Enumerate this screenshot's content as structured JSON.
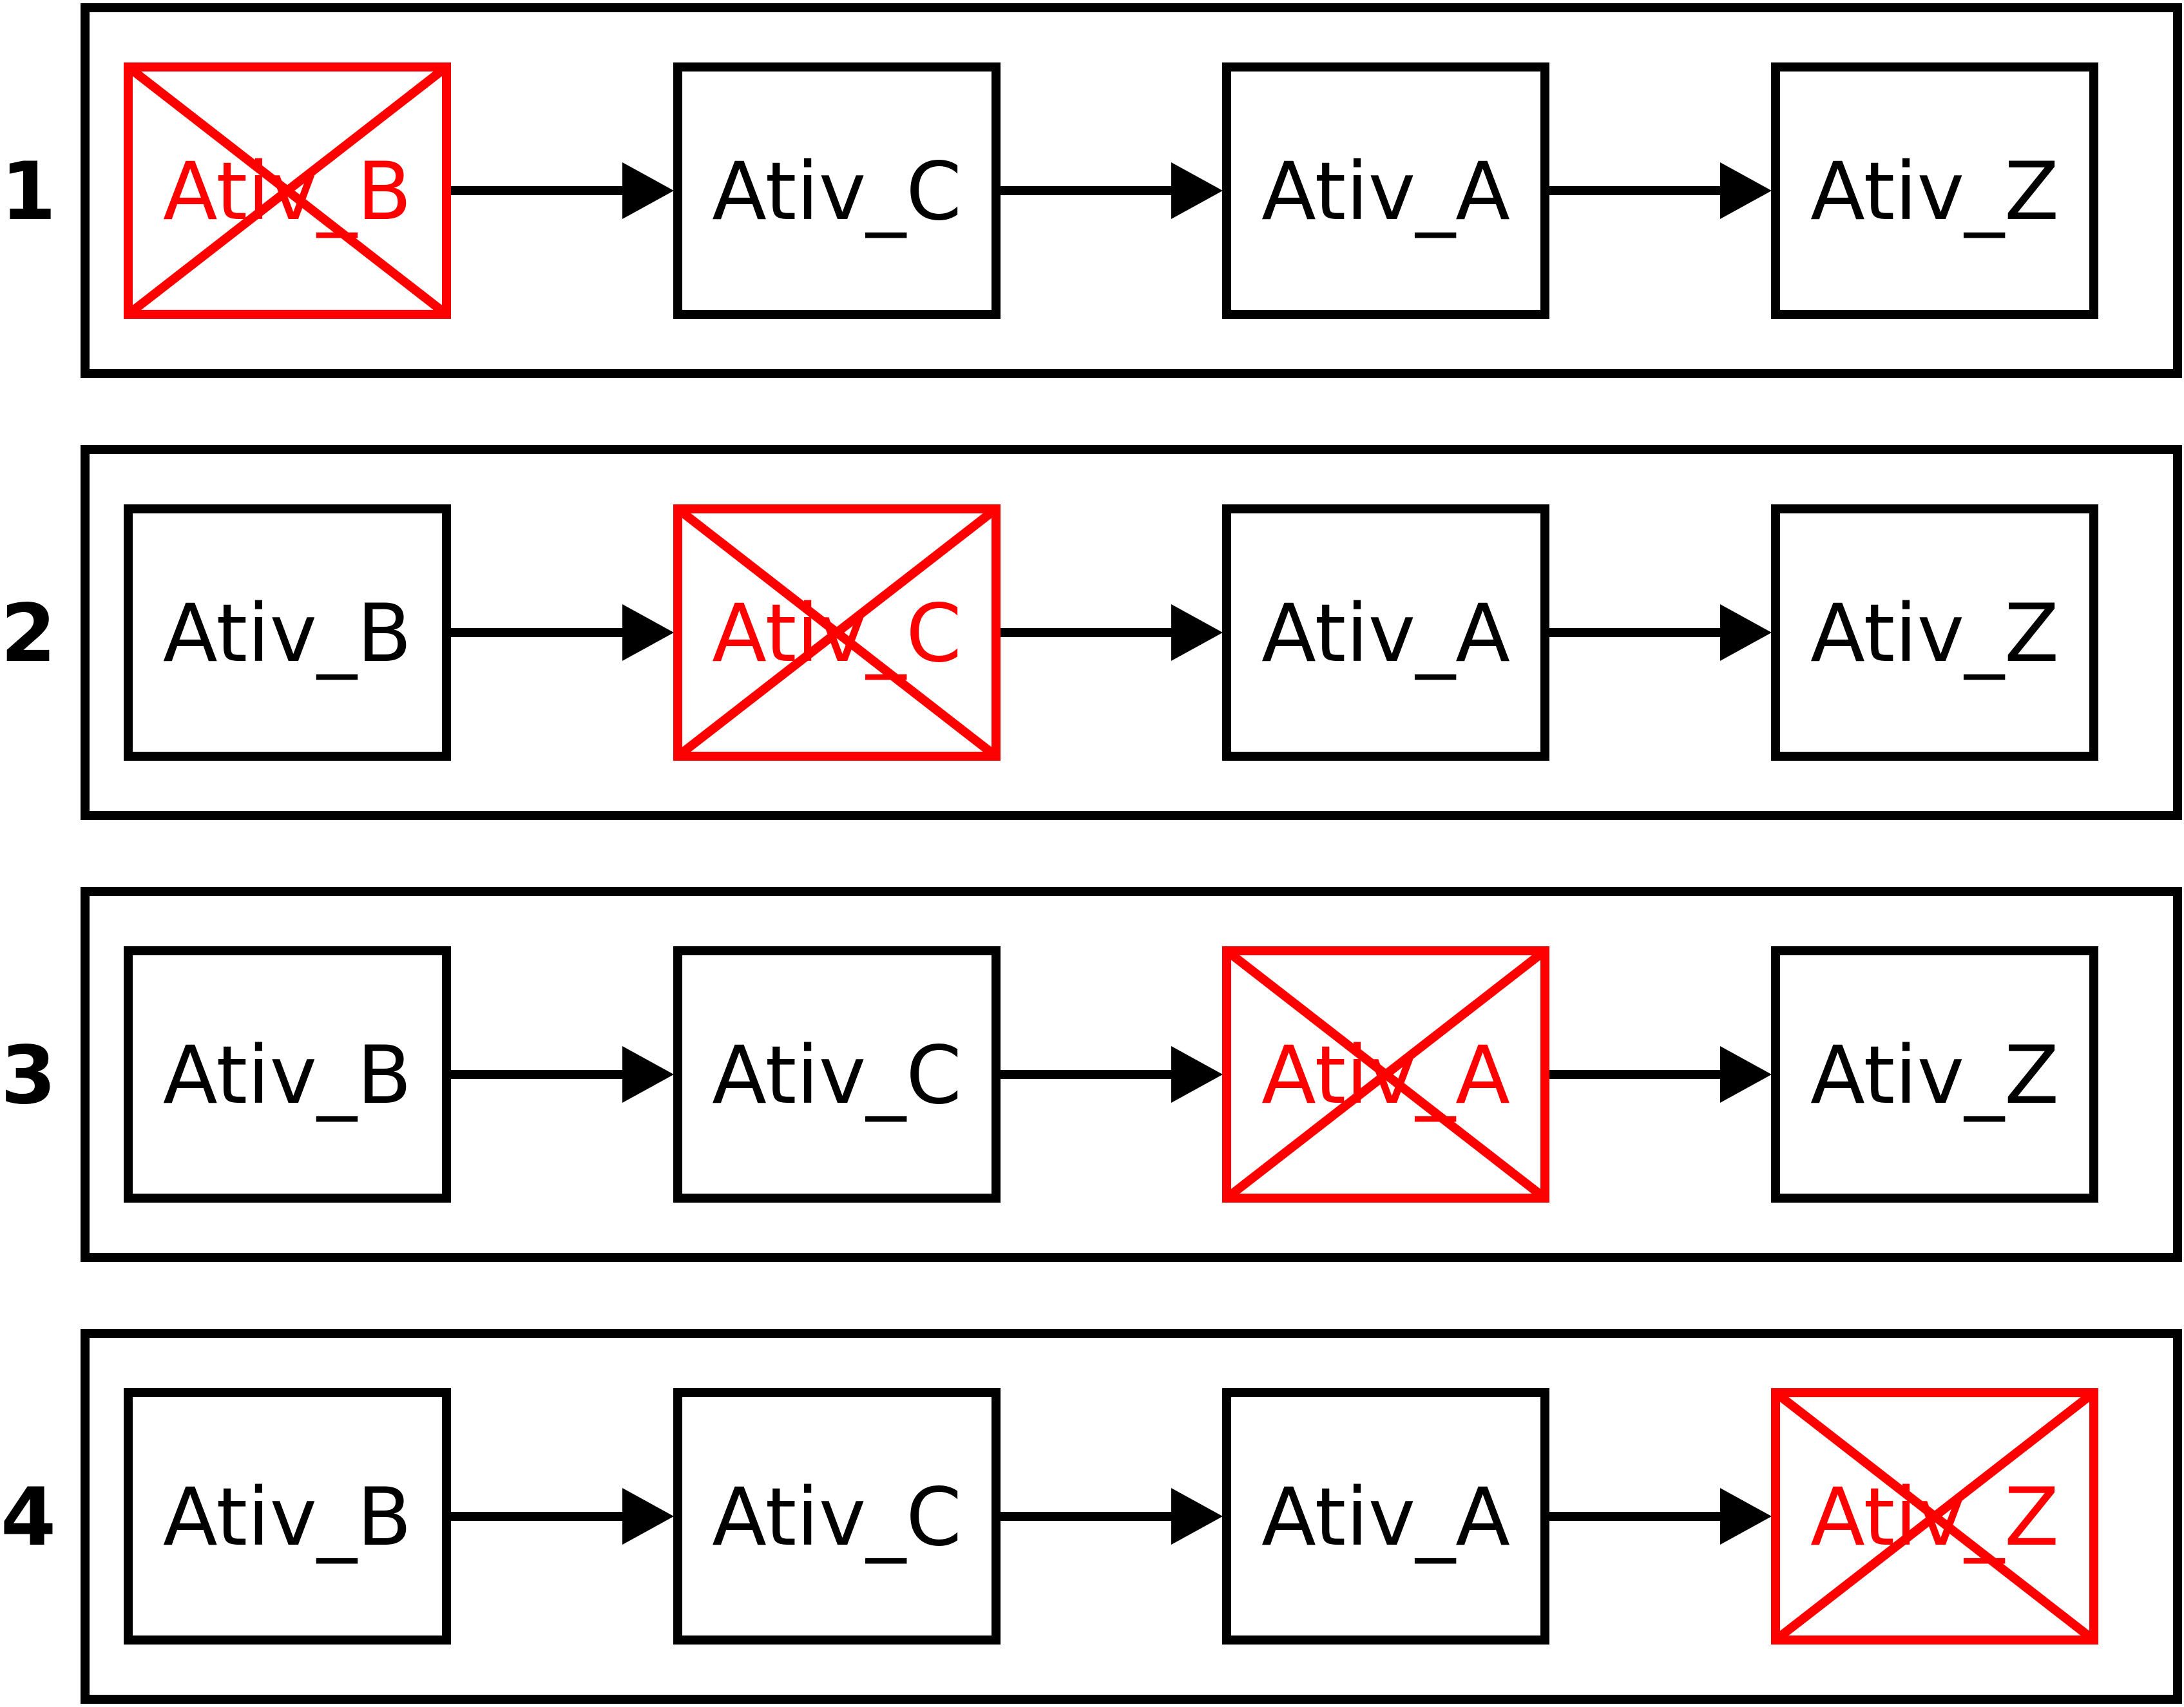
{
  "colors": {
    "normal": "#000000",
    "removed": "#ff0000",
    "background": "#ffffff"
  },
  "rows": [
    {
      "number": "1",
      "nodes": [
        {
          "label": "Ativ_B",
          "removed": true
        },
        {
          "label": "Ativ_C",
          "removed": false
        },
        {
          "label": "Ativ_A",
          "removed": false
        },
        {
          "label": "Ativ_Z",
          "removed": false
        }
      ]
    },
    {
      "number": "2",
      "nodes": [
        {
          "label": "Ativ_B",
          "removed": false
        },
        {
          "label": "Ativ_C",
          "removed": true
        },
        {
          "label": "Ativ_A",
          "removed": false
        },
        {
          "label": "Ativ_Z",
          "removed": false
        }
      ]
    },
    {
      "number": "3",
      "nodes": [
        {
          "label": "Ativ_B",
          "removed": false
        },
        {
          "label": "Ativ_C",
          "removed": false
        },
        {
          "label": "Ativ_A",
          "removed": true
        },
        {
          "label": "Ativ_Z",
          "removed": false
        }
      ]
    },
    {
      "number": "4",
      "nodes": [
        {
          "label": "Ativ_B",
          "removed": false
        },
        {
          "label": "Ativ_C",
          "removed": false
        },
        {
          "label": "Ativ_A",
          "removed": false
        },
        {
          "label": "Ativ_Z",
          "removed": true
        }
      ]
    }
  ]
}
